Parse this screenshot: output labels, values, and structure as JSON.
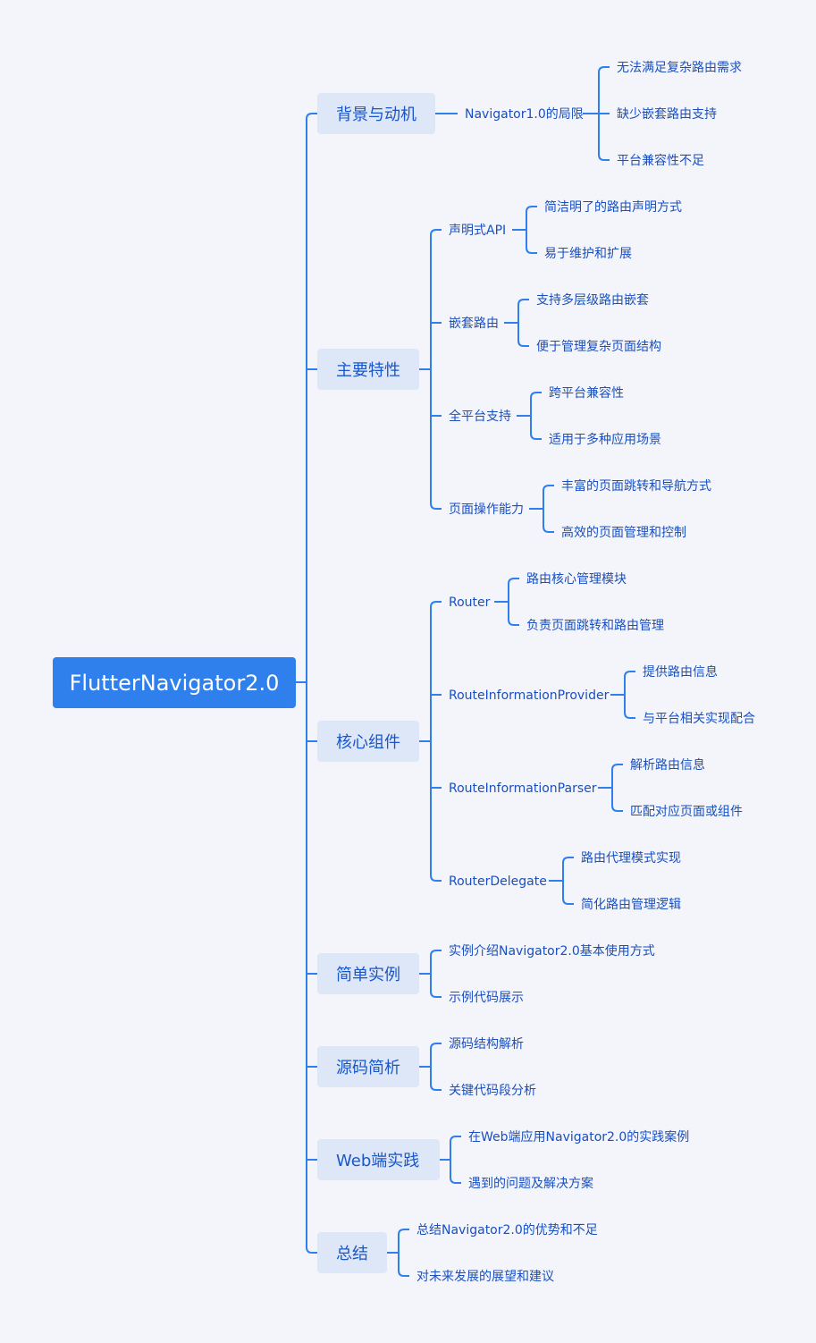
{
  "mindmap": {
    "root": "FlutterNavigator2.0",
    "branches": [
      {
        "label": "背景与动机",
        "children": [
          {
            "label": "Navigator1.0的局限",
            "children": [
              {
                "label": "无法满足复杂路由需求"
              },
              {
                "label": "缺少嵌套路由支持"
              },
              {
                "label": "平台兼容性不足"
              }
            ]
          }
        ]
      },
      {
        "label": "主要特性",
        "children": [
          {
            "label": "声明式API",
            "children": [
              {
                "label": "简洁明了的路由声明方式"
              },
              {
                "label": "易于维护和扩展"
              }
            ]
          },
          {
            "label": "嵌套路由",
            "children": [
              {
                "label": "支持多层级路由嵌套"
              },
              {
                "label": "便于管理复杂页面结构"
              }
            ]
          },
          {
            "label": "全平台支持",
            "children": [
              {
                "label": "跨平台兼容性"
              },
              {
                "label": "适用于多种应用场景"
              }
            ]
          },
          {
            "label": "页面操作能力",
            "children": [
              {
                "label": "丰富的页面跳转和导航方式"
              },
              {
                "label": "高效的页面管理和控制"
              }
            ]
          }
        ]
      },
      {
        "label": "核心组件",
        "children": [
          {
            "label": "Router",
            "children": [
              {
                "label": "路由核心管理模块"
              },
              {
                "label": "负责页面跳转和路由管理"
              }
            ]
          },
          {
            "label": "RouteInformationProvider",
            "children": [
              {
                "label": "提供路由信息"
              },
              {
                "label": "与平台相关实现配合"
              }
            ]
          },
          {
            "label": "RouteInformationParser",
            "children": [
              {
                "label": "解析路由信息"
              },
              {
                "label": "匹配对应页面或组件"
              }
            ]
          },
          {
            "label": "RouterDelegate",
            "children": [
              {
                "label": "路由代理模式实现"
              },
              {
                "label": "简化路由管理逻辑"
              }
            ]
          }
        ]
      },
      {
        "label": "简单实例",
        "children": [
          {
            "label": "实例介绍Navigator2.0基本使用方式"
          },
          {
            "label": "示例代码展示"
          }
        ]
      },
      {
        "label": "源码简析",
        "children": [
          {
            "label": "源码结构解析"
          },
          {
            "label": "关键代码段分析"
          }
        ]
      },
      {
        "label": "Web端实践",
        "children": [
          {
            "label": "在Web端应用Navigator2.0的实践案例"
          },
          {
            "label": "遇到的问题及解决方案"
          }
        ]
      },
      {
        "label": "总结",
        "children": [
          {
            "label": "总结Navigator2.0的优势和不足"
          },
          {
            "label": "对未来发展的展望和建议"
          }
        ]
      }
    ]
  },
  "colors": {
    "background": "#f3f5fb",
    "accent": "#2f80ed",
    "branch_fill": "#dde7f8",
    "branch_text": "#1a56c8",
    "leaf_text": "#1a4fbf",
    "root_text": "#ffffff"
  }
}
